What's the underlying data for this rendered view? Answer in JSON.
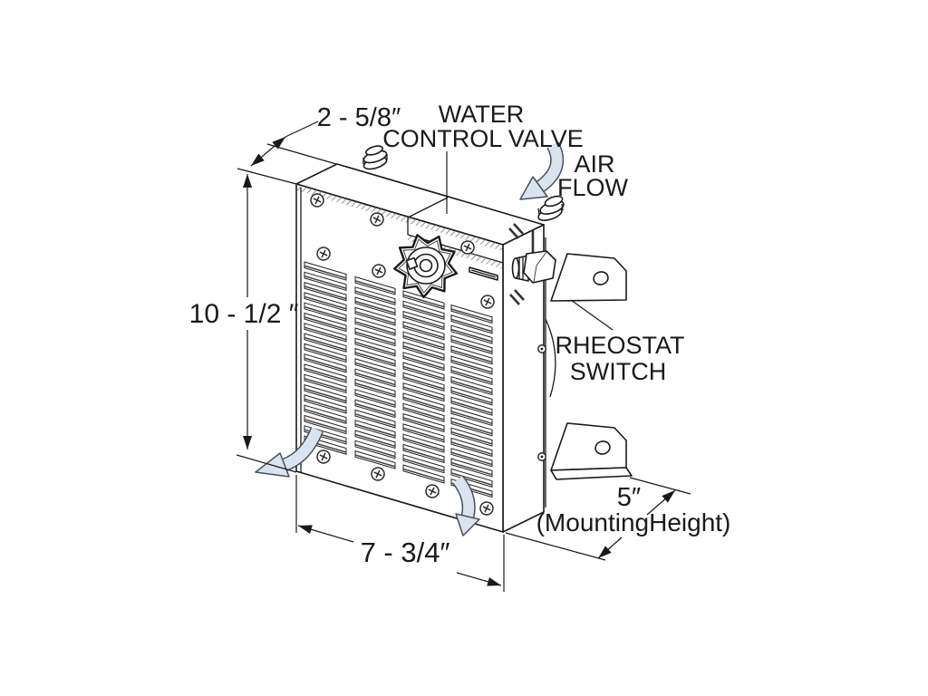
{
  "labels": {
    "water_line1": "WATER",
    "water_line2": "CONTROL VALVE",
    "air_line1": "AIR",
    "air_line2": "FLOW",
    "rheostat_line1": "RHEOSTAT",
    "rheostat_line2": "SWITCH"
  },
  "dimensions": {
    "depth": "2 - 5/8″",
    "height": "10 - 1/2 ″",
    "width": "7 - 3/4″",
    "mount_value": "5″",
    "mount_label": "(MountingHeight)"
  },
  "colors": {
    "line": "#1a1a1a",
    "arrow_fill": "#dbe3ee",
    "arrow_outline": "#47505c",
    "background": "#ffffff"
  }
}
